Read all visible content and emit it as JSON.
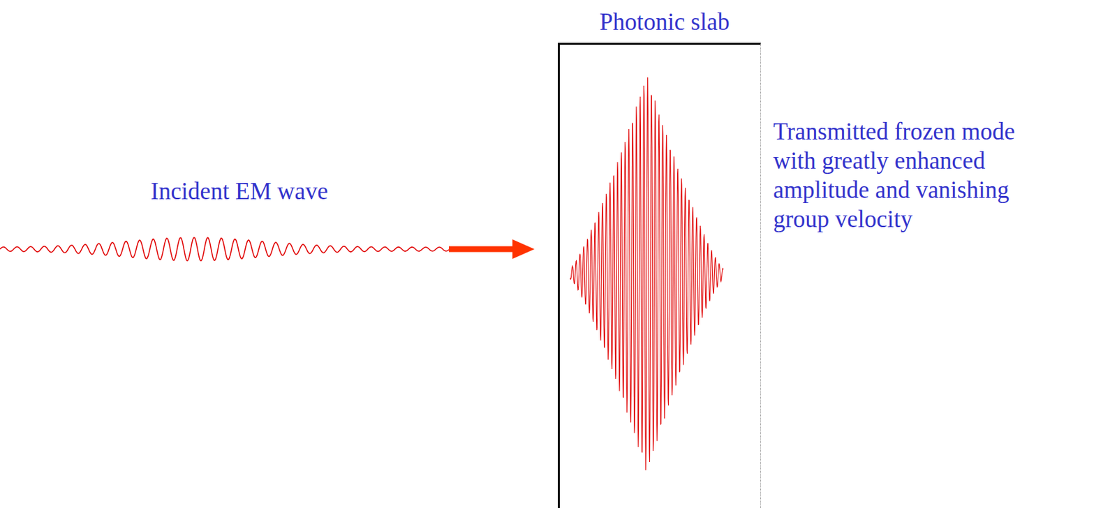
{
  "diagram": {
    "nodes": [
      {
        "text": [
          "Photonic slab"
        ]
      }
    ],
    "labels": [
      "Incident EM wave",
      "Transmitted frozen mode with greatly enhanced amplitude and vanishing group velocity"
    ]
  }
}
